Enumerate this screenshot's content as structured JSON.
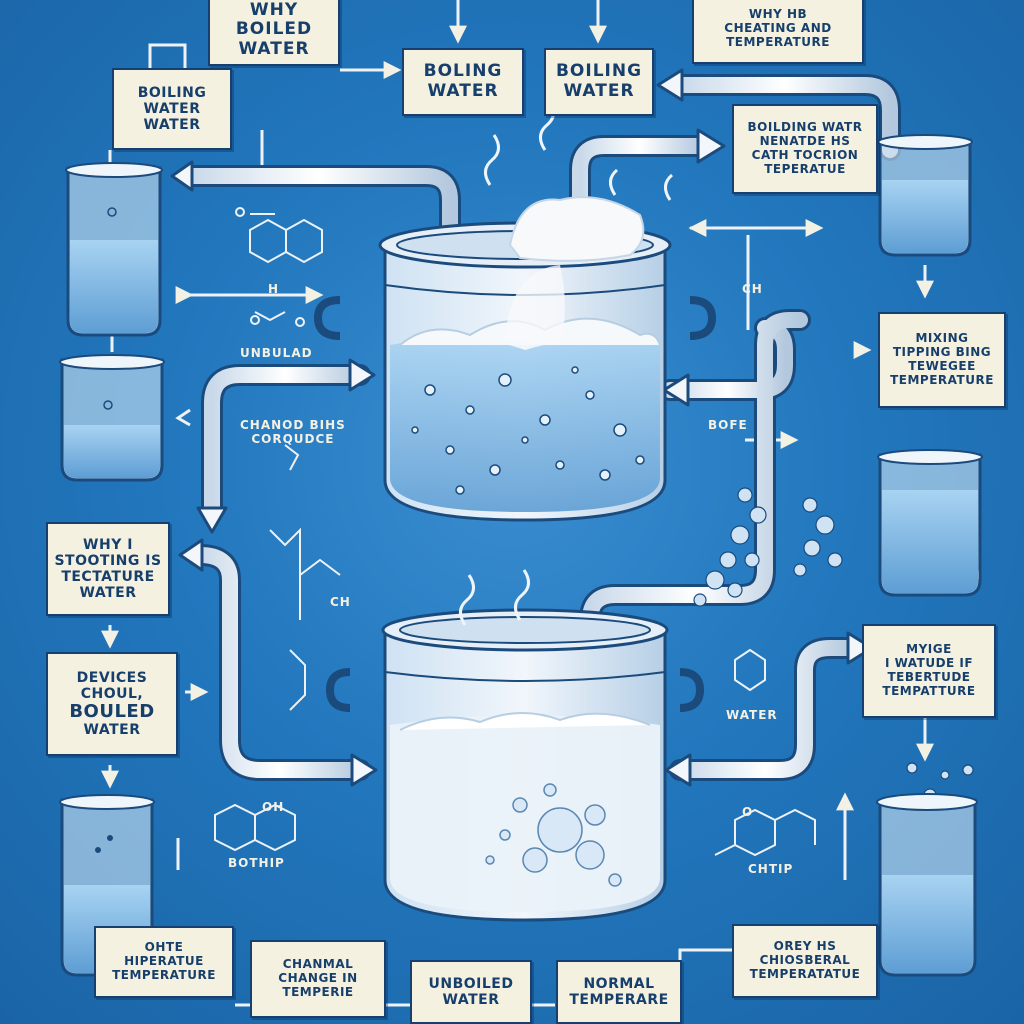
{
  "labels": {
    "top_left": [
      "WHY",
      "BOILED",
      "WATER"
    ],
    "left_1": [
      "BOILING",
      "WATER",
      "WATER"
    ],
    "top_center_1": [
      "BOLING",
      "WATER"
    ],
    "top_center_2": [
      "BOILING",
      "WATER"
    ],
    "top_right": [
      "WHY HB",
      "CHEATING AND",
      "TEMPERATURE"
    ],
    "right_1": [
      "BOILDING WATR",
      "NENATDE HS",
      "CATH TOCRION",
      "TEPERATUE"
    ],
    "right_2": [
      "MIXING",
      "TIPPING BING",
      "TEWEGEE",
      "TEMPERATURE"
    ],
    "left_2": [
      "WHY I",
      "STOOTING IS",
      "TECTATURE",
      "WATER"
    ],
    "left_3": [
      "DEVICES",
      "CHOUL,",
      "BOULED",
      "WATER"
    ],
    "right_3": [
      "MYIGE",
      "I WATUDE IF",
      "TEBERTUDE",
      "TEMPATTURE"
    ],
    "bottom_left": [
      "OHTE",
      "HIPERATUE",
      "TEMPERATURE"
    ],
    "bottom_center_1": [
      "CHANMAL",
      "CHANGE IN",
      "TEMPERIE"
    ],
    "bottom_center_2": [
      "UNBOILED",
      "WATER"
    ],
    "bottom_center_3": [
      "NORMAL",
      "TEMPERARE"
    ],
    "bottom_right": [
      "OREY HS",
      "CHIOSBERAL",
      "TEMPERATATUE"
    ]
  },
  "notes": {
    "mol_top": "UNBULAD",
    "mol_mid": [
      "CHANOD BIHS",
      "CORQUDCE"
    ],
    "bofe": "BOFE",
    "water": "WATER",
    "ch": "CH",
    "bottom_left_mol": "BOTHIP",
    "bottom_right_mol": "CHTIP",
    "h_atom": "H",
    "oh_atom": "OH",
    "o_atom": "O",
    "ch_atom": "CH"
  },
  "colors": {
    "background": "#2277bd",
    "label_fill": "#f5f1e1",
    "label_ink": "#173f6b",
    "water": "#8ec3ea",
    "pipe": "#e8eef5"
  }
}
